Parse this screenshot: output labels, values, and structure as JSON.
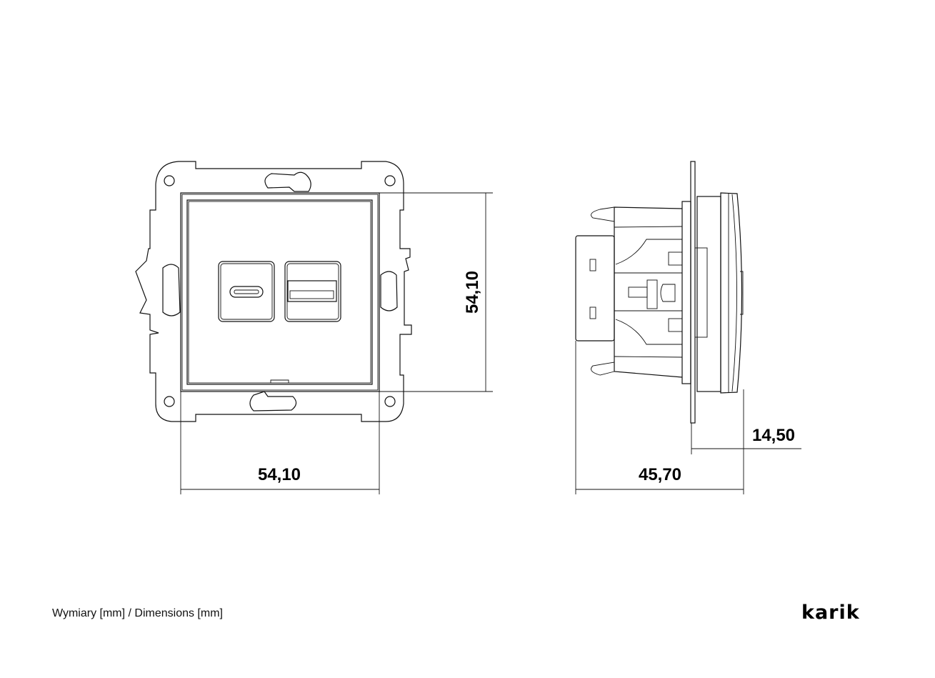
{
  "front_view": {
    "width_dimension": "54,10",
    "height_dimension": "54,10"
  },
  "side_view": {
    "depth_dimension": "45,70",
    "front_dimension": "14,50"
  },
  "caption": "Wymiary [mm] / Dimensions [mm]",
  "logo": "karik"
}
